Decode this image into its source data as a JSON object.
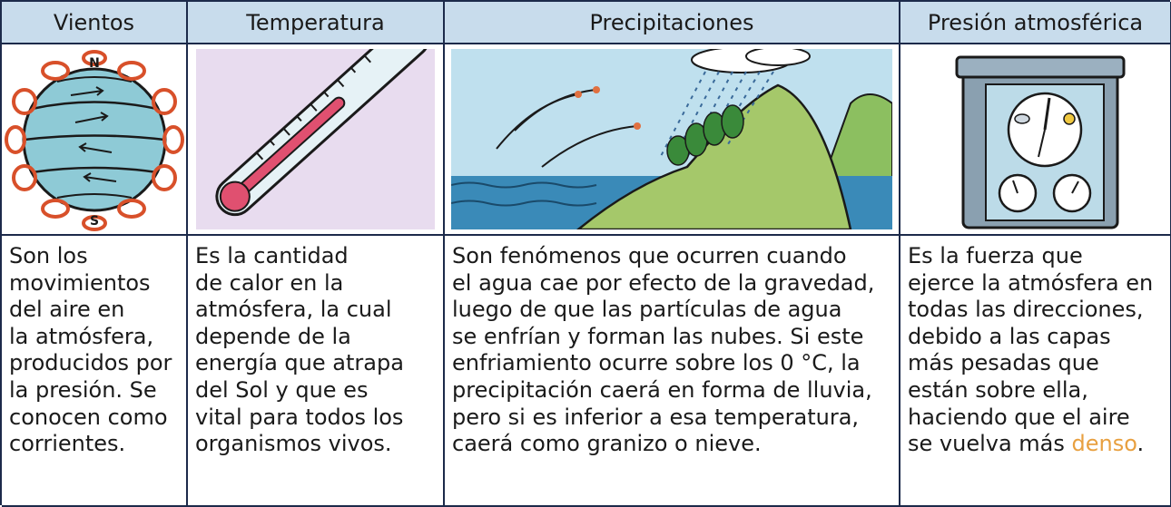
{
  "headers": [
    "Vientos",
    "Temperatura",
    "Precipitaciones",
    "Presión atmosférica"
  ],
  "icons": [
    "globe-winds-icon",
    "thermometer-icon",
    "rain-mountain-icon",
    "barometer-icon"
  ],
  "globe_labels": {
    "north": "N",
    "south": "S"
  },
  "descriptions": [
    "Son los\nmovimientos\ndel aire en\nla atmósfera,\nproducidos por\nla presión. Se\nconocen como\ncorrientes.",
    "Es la cantidad\nde calor en la\natmósfera, la cual\ndepende de la\nenergía que atrapa\ndel Sol y que es\nvital para todos los\norganismos vivos.",
    "Son fenómenos que ocurren cuando\nel agua cae por efecto de la gravedad,\nluego de que las partículas de agua\nse enfrían y forman las nubes. Si este\nenfriamiento ocurre sobre los 0 °C, la\nprecipitación caerá en forma de lluvia,\npero si es inferior a esa temperatura,\ncaerá como granizo o nieve.",
    "Es la fuerza que\nejerce la atmósfera en\ntodas las direcciones,\ndebido a las capas\nmás pesadas que\nestán sobre ella,\nhaciendo que el aire\nse vuelva más "
  ],
  "highlight_word": "denso",
  "highlight_suffix": ".",
  "colors": {
    "header_bg": "#c8dcec",
    "border": "#1c2a4a",
    "highlight": "#e8a040"
  }
}
